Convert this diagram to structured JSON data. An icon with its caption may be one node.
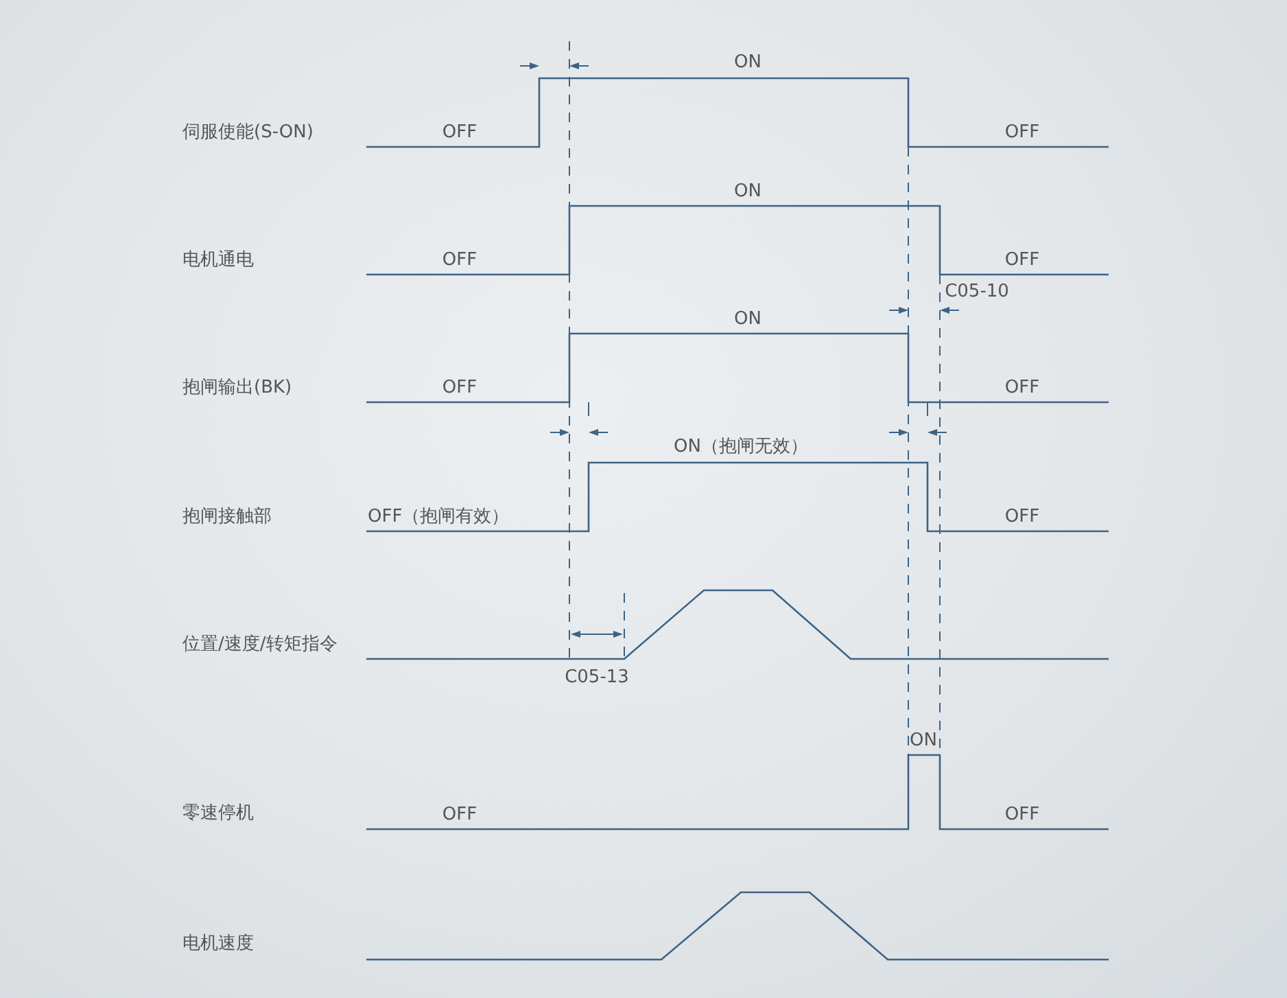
{
  "diagram": {
    "labels": [
      "ON",
      "伺服使能(S-ON)",
      "OFF",
      "OFF",
      "ON",
      "电机通电",
      "OFF",
      "OFF",
      "C05-10",
      "ON",
      "抱闸输出(BK)",
      "OFF",
      "OFF",
      "ON（抱闸无效）",
      "抱闸接触部",
      "OFF（抱闸有效）",
      "OFF",
      "位置/速度/转矩指令",
      "C05-13",
      "ON",
      "零速停机",
      "OFF",
      "OFF",
      "电机速度"
    ]
  }
}
